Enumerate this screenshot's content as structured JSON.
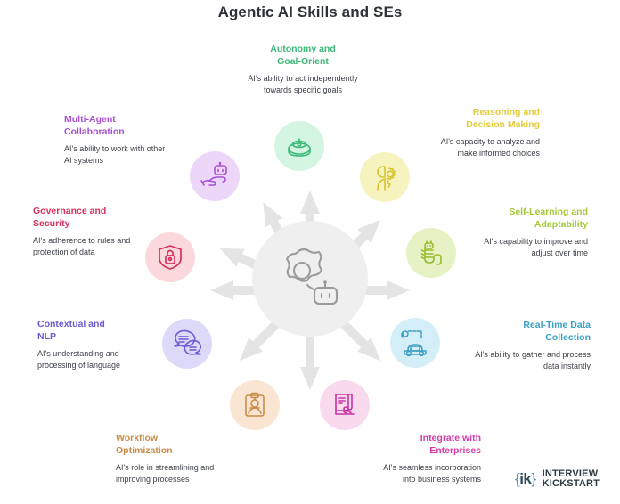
{
  "title": "Agentic AI Skills and SEs",
  "hub": {
    "icons": [
      "gear-icon",
      "robot-head-icon"
    ],
    "background": "#efefef"
  },
  "arrow_color": "#e2e2e2",
  "nodes": [
    {
      "id": "autonomy",
      "title": "Autonomy and\nGoal-Orient",
      "title_line1": "Autonomy and",
      "title_line2": "Goal-Orient",
      "description": "AI's ability to act independently towards specific goals",
      "color": "#3cb878",
      "circle_bg": "#d4f5e2",
      "icon": "robot-vacuum-icon",
      "align": "center",
      "angle": -90
    },
    {
      "id": "reasoning",
      "title_line1": "Reasoning and",
      "title_line2": "Decision Making",
      "description": "AI's capacity to analyze and make informed choices",
      "color": "#e8d24a",
      "circle_bg": "#f7f3bf",
      "icon": "head-gear-icon",
      "align": "left",
      "angle": -45
    },
    {
      "id": "self-learning",
      "title_line1": "Self-Learning and",
      "title_line2": "Adaptability",
      "description": "AI's capability to improve and adjust over time",
      "color": "#a6c93a",
      "circle_bg": "#e6f2c4",
      "icon": "caterpillar-robot-icon",
      "align": "left",
      "angle": 0
    },
    {
      "id": "realtime-data",
      "title_line1": "Real-Time Data",
      "title_line2": "Collection",
      "description": "AI's ability to gather and process data instantly",
      "color": "#3a9fc4",
      "circle_bg": "#d4eef7",
      "icon": "sensor-car-icon",
      "align": "left",
      "angle": 45
    },
    {
      "id": "integrate-enterprises",
      "title_line1": "Integrate with",
      "title_line2": "Enterprises",
      "description": "AI's seamless incorporation into business systems",
      "color": "#d53ba8",
      "circle_bg": "#f8d9ee",
      "icon": "document-robot-arm-icon",
      "align": "left",
      "angle": 90
    },
    {
      "id": "workflow",
      "title_line1": "Workflow",
      "title_line2": "Optimization",
      "description": "AI's role in streamlining and improving processes",
      "color": "#c98c47",
      "circle_bg": "#fae4d2",
      "icon": "clipboard-person-icon",
      "align": "right",
      "angle": 135
    },
    {
      "id": "contextual-nlp",
      "title_line1": "Contextual and",
      "title_line2": "NLP",
      "description": "AI's understanding and processing of language",
      "color": "#6a5bd6",
      "circle_bg": "#ddd9f8",
      "icon": "chat-bubbles-icon",
      "align": "right",
      "angle": 180
    },
    {
      "id": "governance",
      "title_line1": "Governance and",
      "title_line2": "Security",
      "description": "AI's adherence to rules and protection of data",
      "color": "#d6325c",
      "circle_bg": "#fbd8dc",
      "icon": "shield-lock-icon",
      "align": "right",
      "angle": -135
    },
    {
      "id": "multi-agent",
      "title_line1": "Multi-Agent",
      "title_line2": "Collaboration",
      "description": "AI's ability to work with other AI systems",
      "color": "#a94fd6",
      "circle_bg": "#ecd7f9",
      "icon": "hand-robot-icon",
      "align": "right",
      "angle": -112
    }
  ],
  "logo": {
    "mark_open": "{",
    "mark_text": "ik",
    "mark_close": "}",
    "line1": "INTERVIEW",
    "line2": "KICKSTART"
  }
}
